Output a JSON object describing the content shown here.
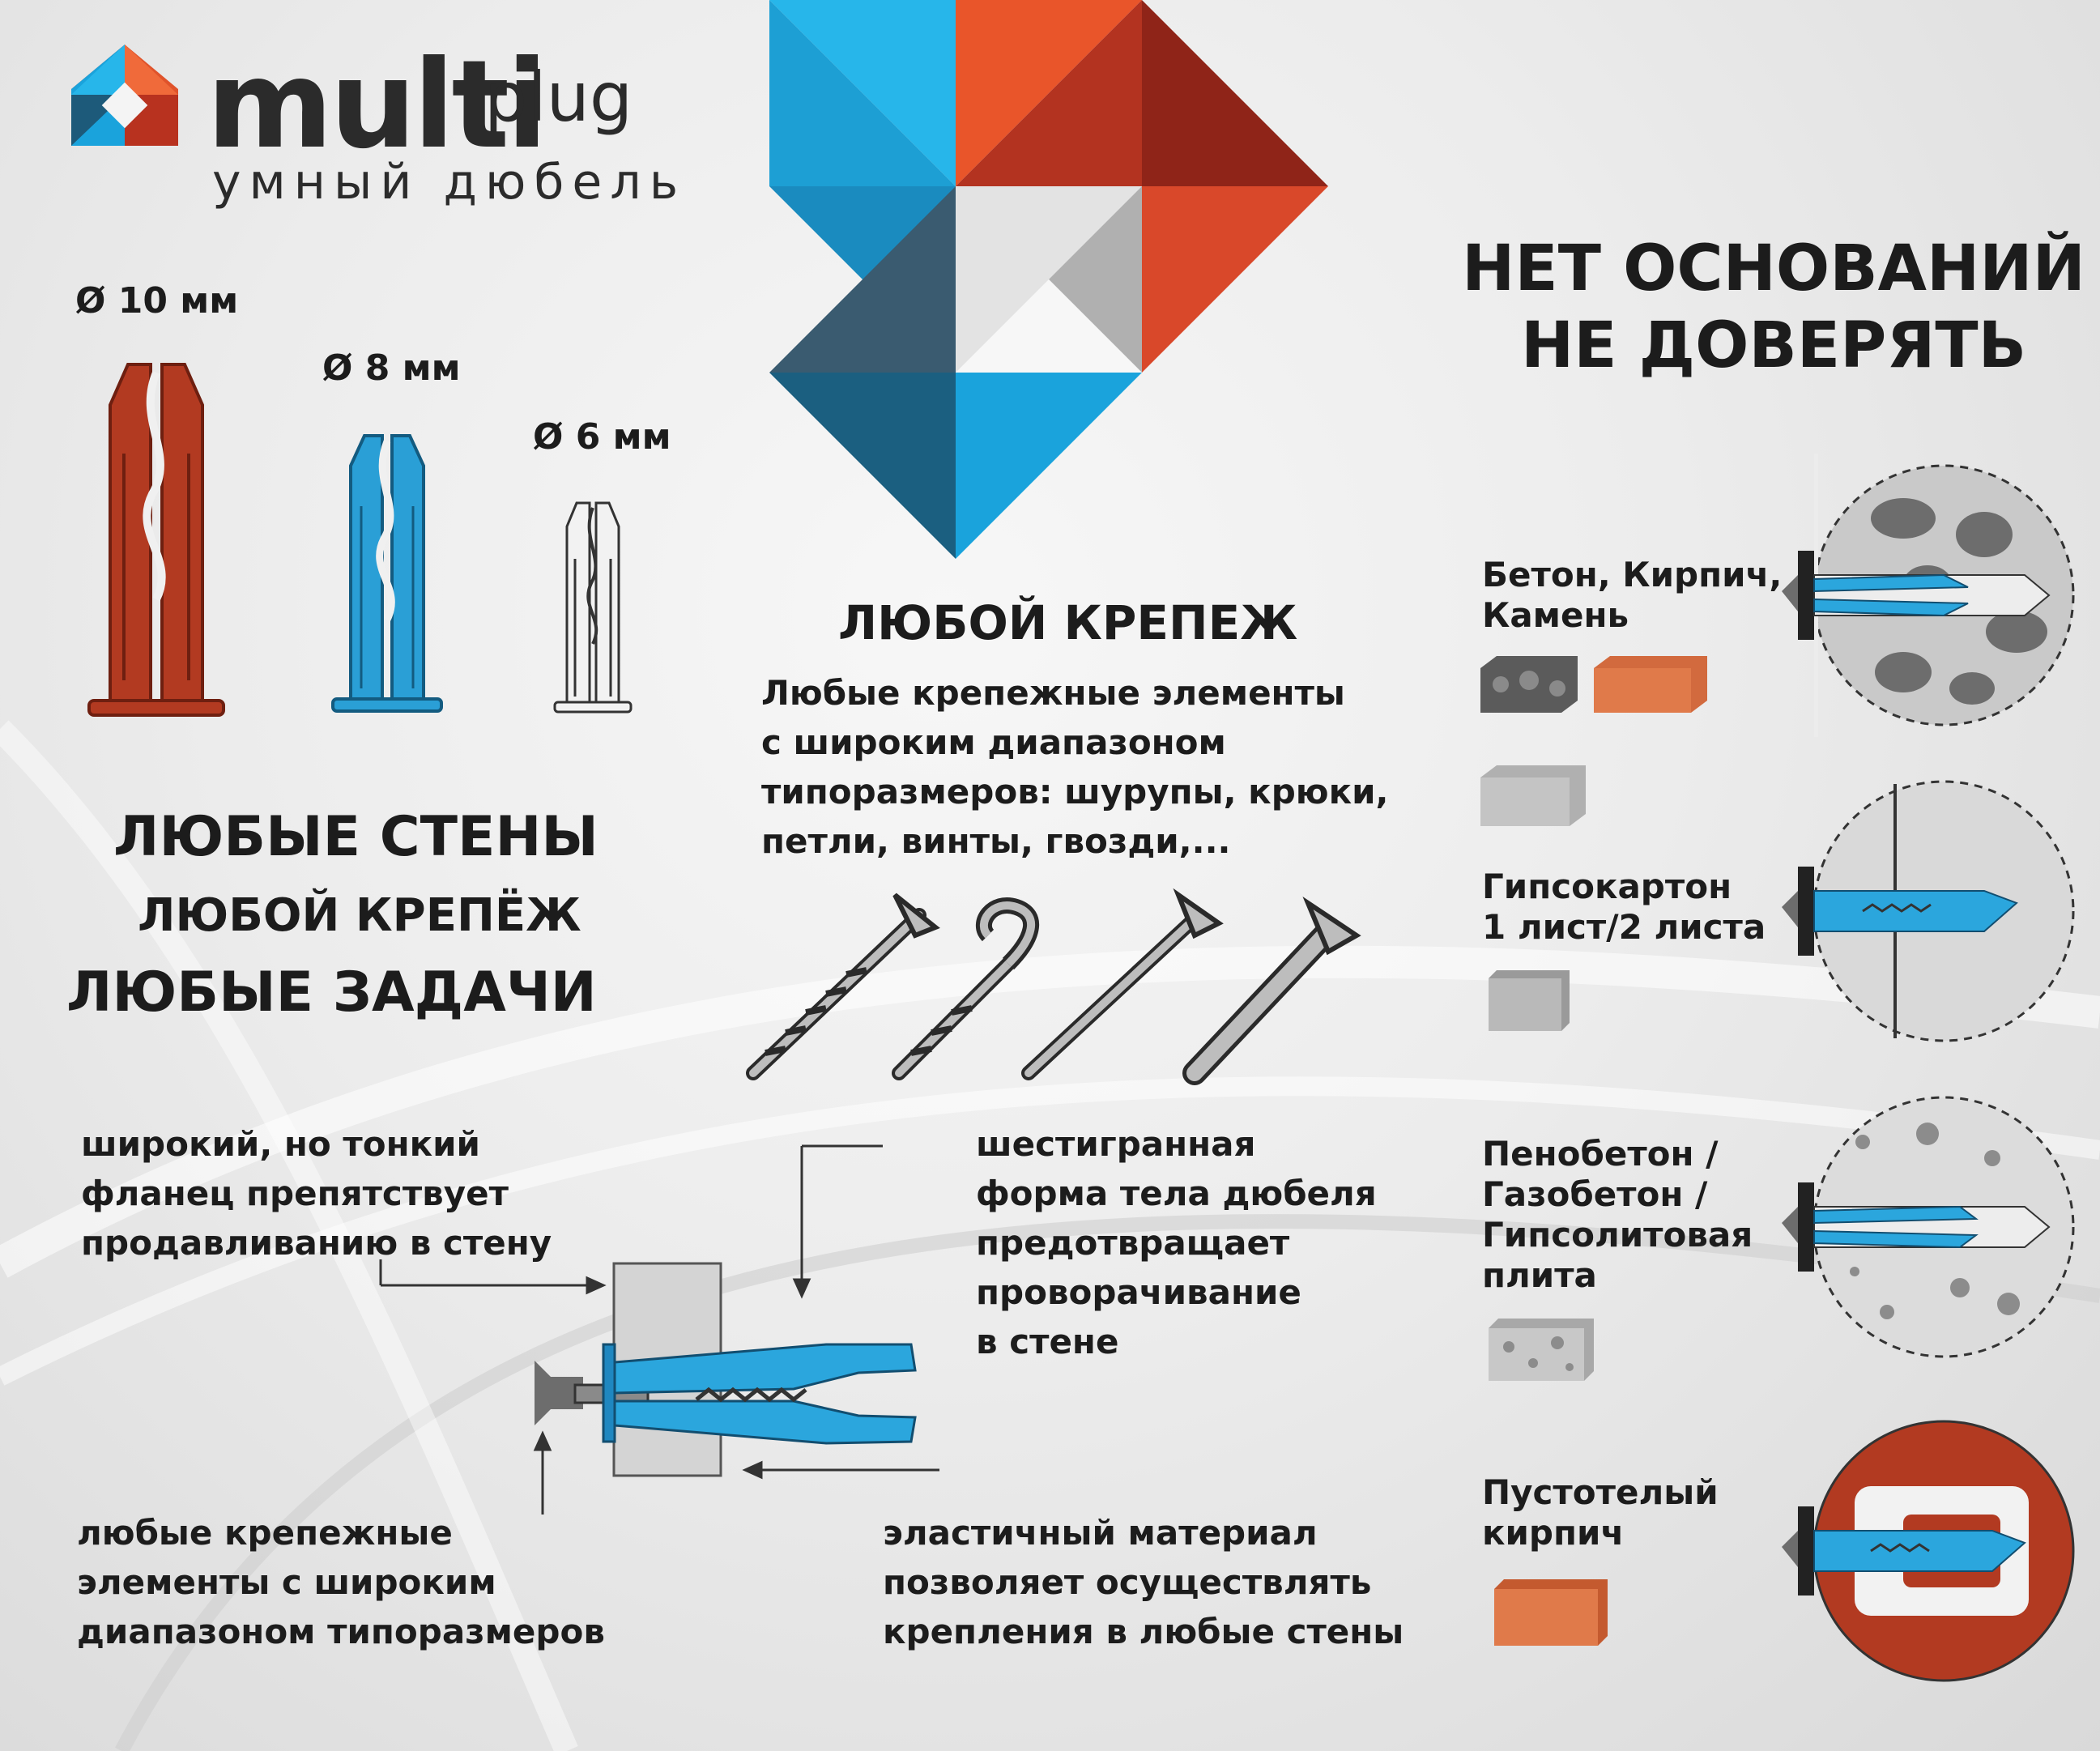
{
  "brand": {
    "name_bold": "multi",
    "name_light": "plug",
    "tagline": "умный дюбель"
  },
  "sizes": [
    {
      "label": "Ø 10 мм",
      "color": "#b23a21"
    },
    {
      "label": "Ø 8 мм",
      "color": "#2a9fd6"
    },
    {
      "label": "Ø 6 мм",
      "color": "#f2f2f2"
    }
  ],
  "slogans": {
    "line1": "ЛЮБЫЕ СТЕНЫ",
    "line2": "ЛЮБОЙ КРЕПЁЖ",
    "line3": "ЛЮБЫЕ ЗАДАЧИ"
  },
  "trust_title": {
    "line1": "НЕТ ОСНОВАНИЙ",
    "line2": "НЕ ДОВЕРЯТЬ"
  },
  "fasteners": {
    "title": "ЛЮБОЙ КРЕПЕЖ",
    "lines": [
      "Любые крепежные элементы",
      "с широким  диапазоном",
      "типоразмеров: шурупы, крюки,",
      "петли, винты, гвозди,..."
    ],
    "icons": [
      "screw-icon",
      "hook-screw-icon",
      "nail-icon",
      "bolt-icon"
    ]
  },
  "features": {
    "flange": [
      "широкий, но тонкий",
      "фланец препятствует",
      "продавливанию в стену"
    ],
    "hexagonal": [
      "шестигранная",
      "форма тела дюбеля",
      "предотвращает",
      "проворачивание",
      "в стене"
    ],
    "any_elements": [
      "любые крепежные",
      "элементы с широким",
      "диапазоном типоразмеров"
    ],
    "elastic": [
      "эластичный материал",
      "позволяет осуществлять",
      "крепления в любые стены"
    ]
  },
  "materials": [
    {
      "lines": [
        "Бетон, Кирпич,",
        "Камень"
      ]
    },
    {
      "lines": [
        "Гипсокартон",
        "1 лист/2 листа"
      ]
    },
    {
      "lines": [
        "Пенобетон /",
        "Газобетон /",
        "Гипсолитовая",
        "плита"
      ]
    },
    {
      "lines": [
        "Пустотелый",
        "кирпич"
      ]
    }
  ],
  "colors": {
    "brand_red": "#e0532b",
    "brand_dark_red": "#9e2b1d",
    "brand_blue": "#1aa3dc",
    "brand_dark_blue": "#1d5a7a",
    "dowel_blue": "#2a9fd6",
    "text_dark": "#1c1c1c"
  }
}
